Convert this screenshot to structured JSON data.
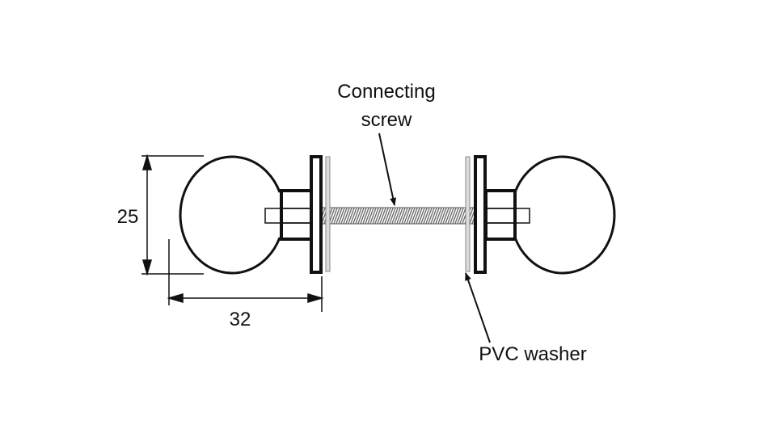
{
  "labels": {
    "screw_line1": "Connecting",
    "screw_line2": "screw",
    "washer": "PVC washer"
  },
  "dimensions": {
    "height": "25",
    "length": "32"
  },
  "colors": {
    "line": "#111111",
    "washer_fill": "#dcdcdc",
    "thread": "#777777"
  }
}
